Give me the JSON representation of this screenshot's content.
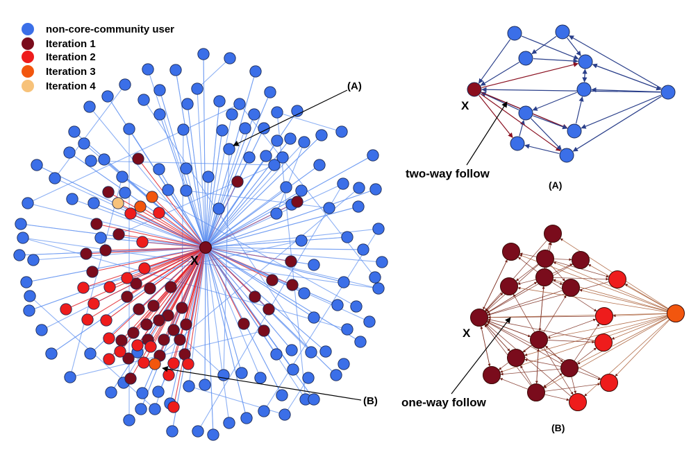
{
  "legend": [
    {
      "label": "non-core-community user",
      "color": "#3b6fe8"
    },
    {
      "label": "Iteration 1",
      "color": "#7a0c1c"
    },
    {
      "label": "Iteration 2",
      "color": "#ee1c1c"
    },
    {
      "label": "Iteration 3",
      "color": "#f2560e"
    },
    {
      "label": "Iteration 4",
      "color": "#f7c27a"
    }
  ],
  "main_graph": {
    "center_label": "X",
    "callout_a": "(A)",
    "callout_b": "(B)"
  },
  "inset_a": {
    "node_label": "X",
    "annotation": "two-way follow",
    "caption": "(A)"
  },
  "inset_b": {
    "node_label": "X",
    "annotation": "one-way follow",
    "caption": "(B)"
  },
  "colors": {
    "blue_node": "#3b6fe8",
    "blue_edge": "#5b8ef0",
    "red_edge": "#e0232b",
    "dark_edge_a": "#2a3f8a",
    "brown_edge": "#7a2a1c"
  }
}
